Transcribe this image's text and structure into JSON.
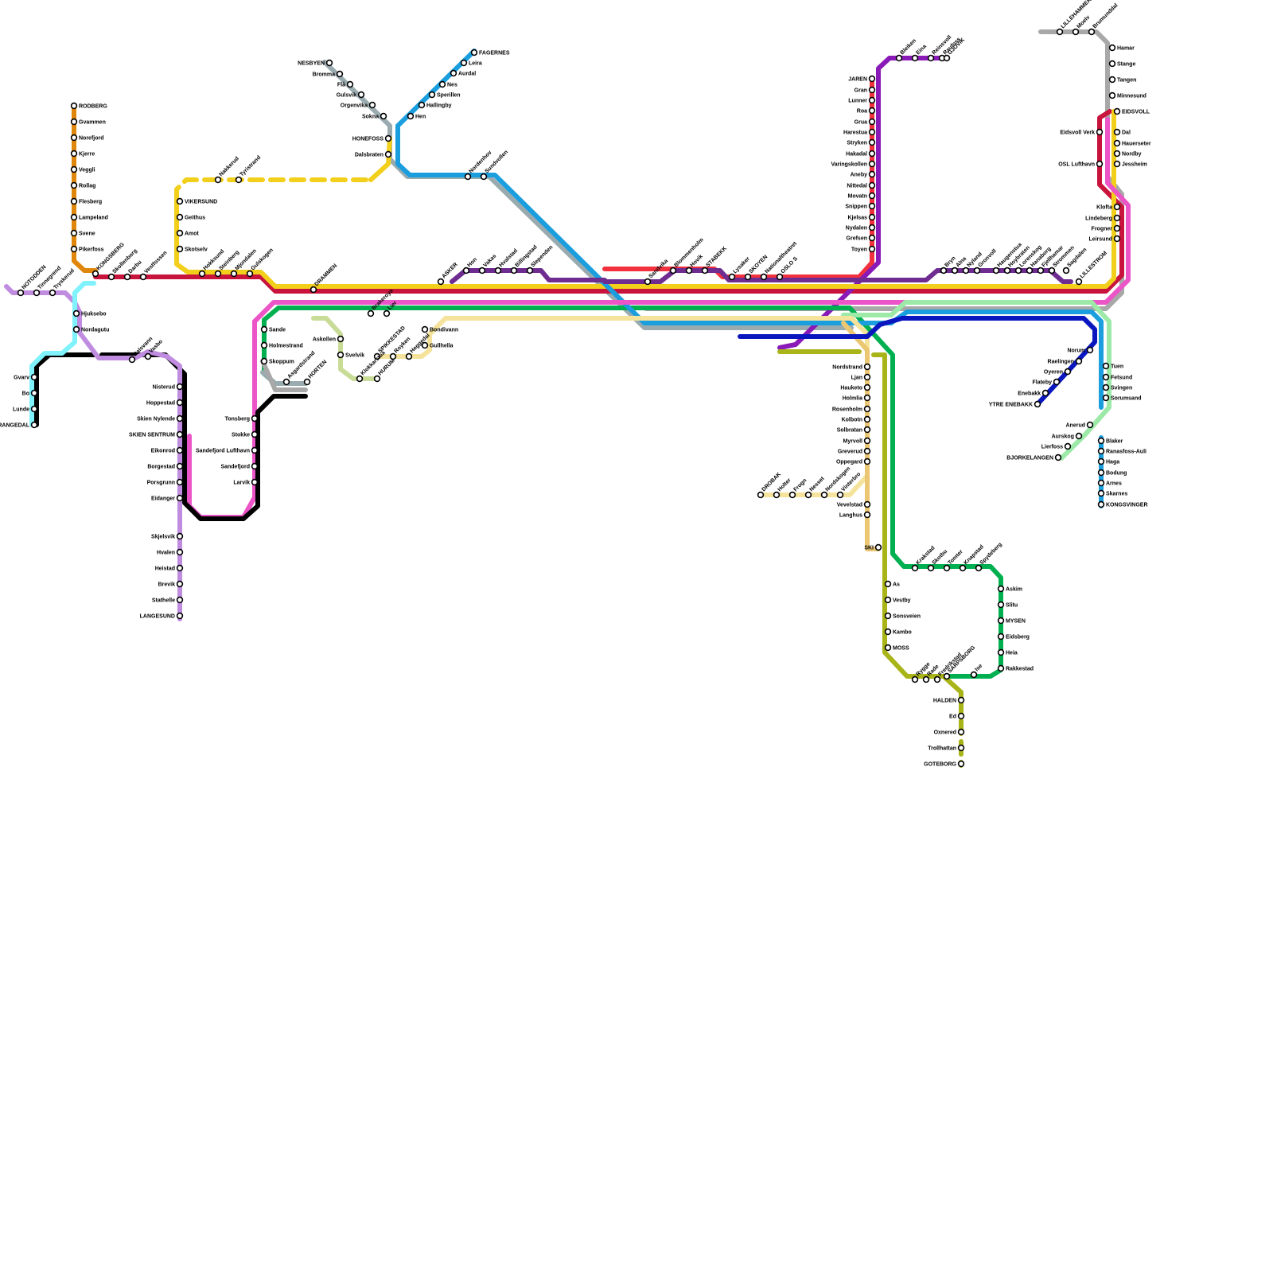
{
  "lines": [
    {
      "id": "bergen",
      "color": "#9aabb0"
    },
    {
      "id": "gjovik",
      "color": "#8a1ab8"
    },
    {
      "id": "dovre",
      "color": "#a8a8a8"
    },
    {
      "id": "airport",
      "color": "#f2313f"
    },
    {
      "id": "orange",
      "color": "#e0870b"
    },
    {
      "id": "sorland",
      "color": "#c8143c"
    },
    {
      "id": "yellow",
      "color": "#f2cf1b"
    },
    {
      "id": "green",
      "color": "#00b050"
    },
    {
      "id": "blue",
      "color": "#1a9ede"
    },
    {
      "id": "pink",
      "color": "#ec55c7"
    },
    {
      "id": "purple",
      "color": "#6e2c90"
    },
    {
      "id": "black",
      "color": "#000000"
    },
    {
      "id": "lilac",
      "color": "#c08ce0"
    },
    {
      "id": "cyan",
      "color": "#7ff2fc"
    },
    {
      "id": "olive",
      "color": "#a8b418"
    },
    {
      "id": "lightgreen",
      "color": "#9ce9a8"
    },
    {
      "id": "cream",
      "color": "#f5e39b"
    },
    {
      "id": "tan",
      "color": "#ebc774"
    },
    {
      "id": "darkblue",
      "color": "#0a17be"
    },
    {
      "id": "sage",
      "color": "#c8dc98"
    }
  ],
  "stations": {
    "nesbyen": "NESBYEN",
    "bromma": "Bromma",
    "fla": "Flå",
    "gulsvik": "Gulsvik",
    "orgenvika": "Orgenvika",
    "sokna": "Sokna",
    "honefoss": "HONEFOSS",
    "dalsbraten": "Dalsbraten",
    "fagernes": "FAGERNES",
    "leira": "Leira",
    "aurdal": "Aurdal",
    "nes": "Nes",
    "sperillen": "Sperillen",
    "hallingby": "Hallingby",
    "hen": "Hen",
    "nordenhov": "Nordenhov",
    "sundvollen": "Sundvollen",
    "rodberg": "RODBERG",
    "gvammen": "Gvammen",
    "norefjord": "Norefjord",
    "kjerre": "Kjerre",
    "veggli": "Veggli",
    "rollag": "Rollag",
    "flesberg": "Flesberg",
    "lampeland": "Lampeland",
    "svene": "Svene",
    "pikerfoss": "Pikerfoss",
    "vikersund": "VIKERSUND",
    "geithus": "Geithus",
    "amot": "Amot",
    "skotselv": "Skotselv",
    "nakkerud": "Nakkerud",
    "tyristrand": "Tyristrand",
    "notodden": "NOTODDEN",
    "tinnegrend": "Tinnegrend",
    "tryskerud": "Tryskerud",
    "kongsberg": "KONGSBERG",
    "skollenborg": "Skollenborg",
    "darbu": "Darbu",
    "vestfossen": "Vestfossen",
    "hokksund": "Hokksund",
    "steinberg": "Steinberg",
    "mjondalen": "Mjondalen",
    "gulskogen": "Gulskogen",
    "drammen": "DRAMMEN",
    "hjuksebo": "Hjuksebo",
    "nordagutu": "Nordagutu",
    "gvarv": "Gvarv",
    "bo": "Bo",
    "lunde": "Lunde",
    "rangedal": "RANGEDAL",
    "dalsvann": "Dalsvann",
    "vasbo": "Vasbo",
    "nisterud": "Nisterud",
    "hoppestad": "Hoppestad",
    "skien_nylende": "Skien Nylende",
    "skien_sentrum": "SKIEN SENTRUM",
    "eikonrod": "Eikonrod",
    "borgestad": "Borgestad",
    "porsgrunn": "Porsgrunn",
    "eidanger": "Eidanger",
    "skjelsvik": "Skjelsvik",
    "hvalen": "Hvalen",
    "heistad": "Heistad",
    "brevik": "Brevik",
    "stathelle": "Stathelle",
    "langesund": "LANGESUND",
    "sande": "Sande",
    "holmestrand": "Holmestrand",
    "skoppum": "Skoppum",
    "asgardstrand": "Asgardstrand",
    "horten": "HORTEN",
    "tonsberg": "Tonsberg",
    "stokke": "Stokke",
    "torp": "Sandefjord Lufthavn",
    "sandefjord": "Sandefjord",
    "larvik": "Larvik",
    "askollen": "Askollen",
    "svelvik": "Svelvik",
    "klokkarstua": "Klokkarstua",
    "hurum": "HURUM",
    "brakeroya": "Brakeroya",
    "lier": "Lier",
    "spikkestad": "SPIKKESTAD",
    "royken": "Royken",
    "heggedal": "Heggedal",
    "bondivann": "Bondivann",
    "gullhella": "Gullhella",
    "asker": "ASKER",
    "hon": "Hon",
    "vakas": "Vakas",
    "hvalstad": "Hvalstad",
    "billingstad": "Billingstad",
    "slependen": "Slependen",
    "sandvika": "Sandvika",
    "blommenholm": "Blommenholm",
    "hovik": "Hovik",
    "stabekk": "STABEKK",
    "lysaker": "Lysaker",
    "skoyen": "SKOYEN",
    "nationaltheatret": "Nationaltheatret",
    "oslo_s": "OSLO S",
    "jaren": "JAREN",
    "gran": "Gran",
    "lunner": "Lunner",
    "roa": "Roa",
    "grua": "Grua",
    "harestua": "Harestua",
    "stryken": "Stryken",
    "hakadal": "Hakadal",
    "varingskollen": "Varingskollen",
    "aneby": "Aneby",
    "nittedal": "Nittedal",
    "movatn": "Movatn",
    "snippen": "Snippen",
    "kjelsas": "Kjelsas",
    "nydalen": "Nydalen",
    "grefsen": "Grefsen",
    "toyen": "Toyen",
    "bleiken": "Bleiken",
    "eina": "Eina",
    "reinsvoll": "Reinsvoll",
    "raufoss": "Raufoss",
    "gjovik": "GJOVIK",
    "bryn": "Bryn",
    "alna": "Alna",
    "nyland": "Nyland",
    "gronvoll": "Gronvoll",
    "haugenstua": "Haugenstua",
    "hoybraten": "Hoybraten",
    "lorenskog": "Lorenskog",
    "hanaborg": "Hanaborg",
    "fjellhamar": "Fjellhamar",
    "strommen": "Strommen",
    "sagdalen": "Sagdalen",
    "lillestrom": "LILLESTROM",
    "lillehammer": "LILLEHAMMER",
    "moelv": "Moelv",
    "brumunddal": "Brumunddal",
    "hamar": "Hamar",
    "stange": "Stange",
    "tangen": "Tangen",
    "minnesund": "Minnesund",
    "eidsvoll": "EIDSVOLL",
    "eidsvoll_verk": "Eidsvoll Verk",
    "dal": "Dal",
    "hauerseter": "Hauerseter",
    "nordby": "Nordby",
    "osl": "OSL Lufthavn",
    "jessheim": "Jessheim",
    "klofta": "Klofta",
    "lindeberg": "Lindeberg",
    "frogner": "Frogner",
    "leirsund": "Leirsund",
    "tuen": "Tuen",
    "fetsund": "Fetsund",
    "svingen": "Svingen",
    "sorumsand": "Sorumsand",
    "norum": "Norum",
    "raelingen": "Raelingen",
    "oyeren": "Oyeren",
    "flateby": "Flateby",
    "enebakk": "Enebakk",
    "ytre_enebakk": "YTRE ENEBAKK",
    "anerud": "Anerud",
    "aurskog": "Aurskog",
    "lierfoss": "Lierfoss",
    "bjorkelangen": "BJORKELANGEN",
    "blaker": "Blaker",
    "ranasfoss": "Ranasfoss-Auli",
    "haga": "Haga",
    "bodung": "Bodung",
    "arnes": "Arnes",
    "skarnes": "Skarnes",
    "kongsvinger": "KONGSVINGER",
    "nordstrand": "Nordstrand",
    "ljan": "Ljan",
    "hauketo": "Hauketo",
    "holmlia": "Holmlia",
    "rosenholm": "Rosenholm",
    "kolbotn": "Kolbotn",
    "solbratan": "Solbratan",
    "myrvoll": "Myrvoll",
    "greverud": "Greverud",
    "oppegard": "Oppegard",
    "vevelstad": "Vevelstad",
    "langhus": "Langhus",
    "ski": "SKI",
    "drobak": "DROBAK",
    "holter": "Holter",
    "frogn": "Frogn",
    "nesset": "Nesset",
    "nordskogen": "Nordskogen",
    "vinterbro": "Vinterbro",
    "as": "As",
    "vestby": "Vestby",
    "sonsveien": "Sonsveien",
    "kambo": "Kambo",
    "moss": "MOSS",
    "krakstad": "Krakstad",
    "skotbu": "Skotbu",
    "tomter": "Tomter",
    "knapstad": "Knapstad",
    "spydeberg": "Spydeberg",
    "askim": "Askim",
    "slitu": "Slitu",
    "mysen": "MYSEN",
    "eidsberg": "Eidsberg",
    "heia": "Heia",
    "rakkestad": "Rakkestad",
    "ise": "Ise",
    "sarpsborg": "SARPSBORG",
    "rygge": "Rygge",
    "rade": "Rade",
    "fredrikstad": "Fredrikstad",
    "halden": "HALDEN",
    "ed": "Ed",
    "oxnered": "Oxnered",
    "trollhattan": "Trollhattan",
    "goteborg": "GOTEBORG"
  }
}
